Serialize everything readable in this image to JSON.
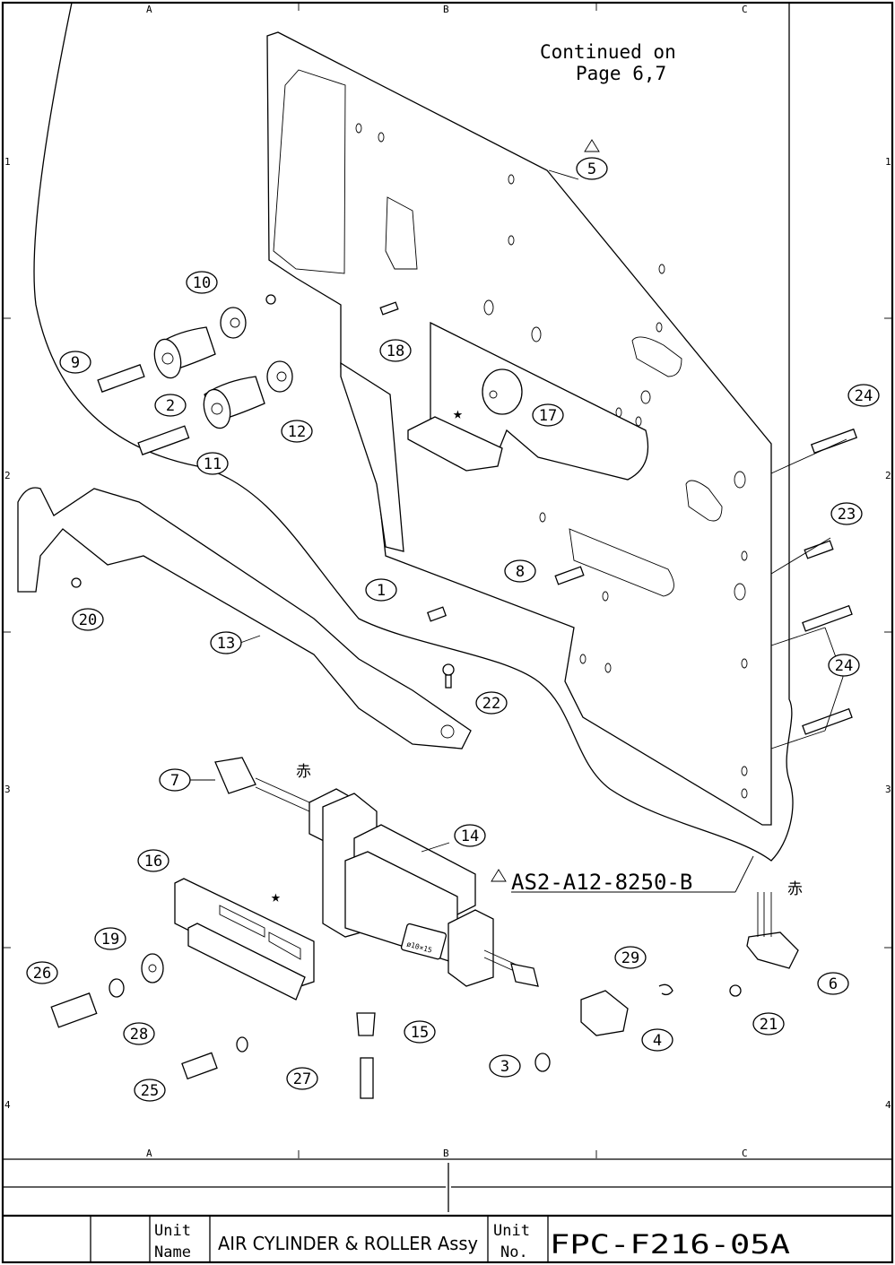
{
  "sheet": {
    "grid_columns": [
      "A",
      "B",
      "C"
    ],
    "grid_rows": [
      "1",
      "2",
      "3",
      "4"
    ]
  },
  "notes": {
    "continued_line1": "Continued on",
    "continued_line2": "Page 6,7",
    "assembly_ref": "AS2-A12-8250-B",
    "red_mark": "赤",
    "cylinder_label": "ø10×15"
  },
  "callouts": [
    "1",
    "2",
    "3",
    "4",
    "5",
    "6",
    "7",
    "8",
    "9",
    "10",
    "11",
    "12",
    "13",
    "14",
    "15",
    "16",
    "17",
    "18",
    "19",
    "20",
    "21",
    "22",
    "23",
    "24",
    "24",
    "25",
    "26",
    "27",
    "28",
    "29"
  ],
  "title_block": {
    "unit_name_label_1": "Unit",
    "unit_name_label_2": "Name",
    "unit_name": "AIR CYLINDER & ROLLER Assy",
    "unit_no_label_1": "Unit",
    "unit_no_label_2": "No.",
    "unit_no": "FPC-F216-05A"
  }
}
